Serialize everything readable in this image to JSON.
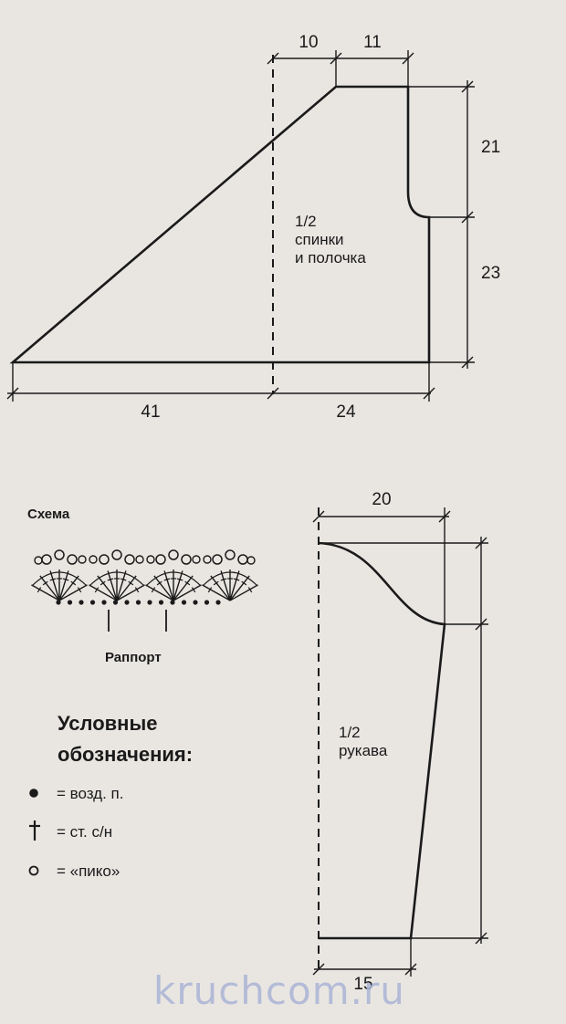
{
  "body_piece": {
    "label_line1": "1/2",
    "label_line2": "спинки",
    "label_line3": "и полочка",
    "dims": {
      "top_left": "10",
      "top_right": "11",
      "right_upper": "21",
      "right_lower": "23",
      "bottom_left": "41",
      "bottom_right": "24"
    }
  },
  "sleeve_piece": {
    "label_line1": "1/2",
    "label_line2": "рукава",
    "dims": {
      "top": "20",
      "bottom": "15"
    }
  },
  "scheme": {
    "title": "Схема",
    "repeat_label": "Раппорт"
  },
  "legend": {
    "title_line1": "Условные",
    "title_line2": "обозначения:",
    "items": [
      {
        "symbol": "dot",
        "text": "= возд. п."
      },
      {
        "symbol": "dagger",
        "text": "= ст. с/н"
      },
      {
        "symbol": "circle",
        "text": "= «пико»"
      }
    ]
  },
  "watermark": "kruchcom.ru"
}
